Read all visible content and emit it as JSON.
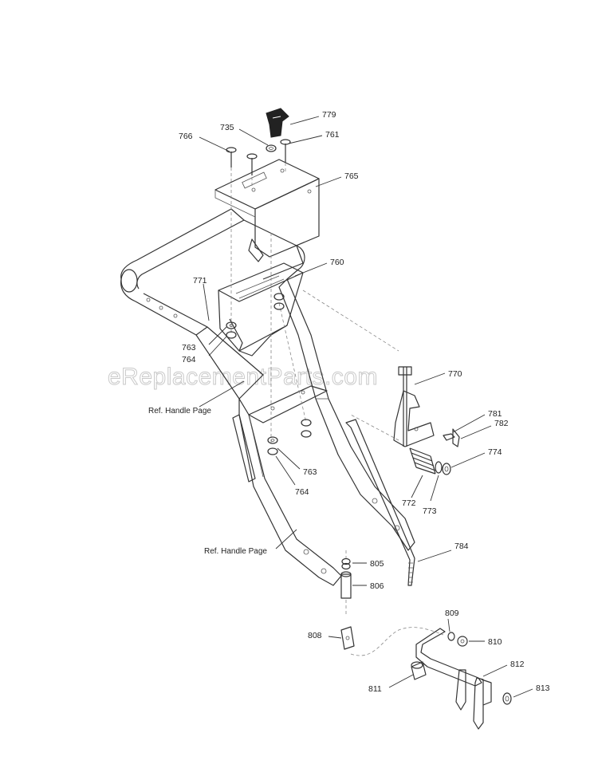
{
  "watermark": "eReplacementParts.com",
  "references": {
    "upper": "Ref. Handle Page",
    "lower": "Ref. Handle Page"
  },
  "callouts": {
    "p779": "779",
    "p735": "735",
    "p761": "761",
    "p766": "766",
    "p765": "765",
    "p760": "760",
    "p771": "771",
    "p763a": "763",
    "p764a": "764",
    "p770": "770",
    "p781": "781",
    "p782": "782",
    "p774": "774",
    "p763b": "763",
    "p764b": "764",
    "p772": "772",
    "p773": "773",
    "p784": "784",
    "p805": "805",
    "p806": "806",
    "p809": "809",
    "p808": "808",
    "p810": "810",
    "p812": "812",
    "p811": "811",
    "p813": "813"
  }
}
